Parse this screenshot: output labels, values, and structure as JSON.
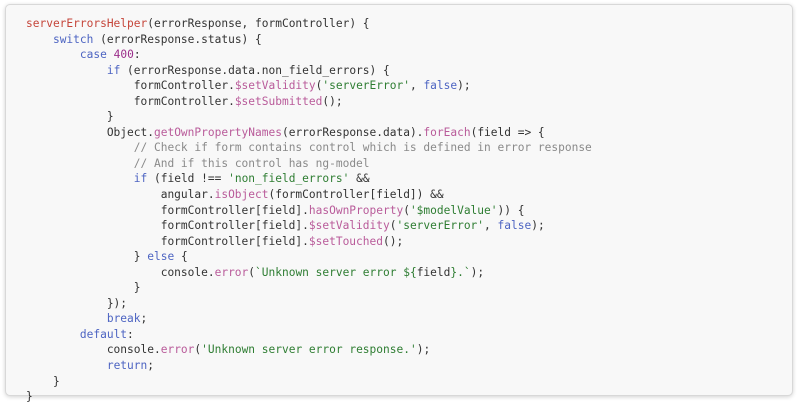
{
  "colors": {
    "function_name": "#c5453a",
    "keyword": "#4d64c2",
    "number": "#9b2d8a",
    "string": "#2e7d32",
    "comment": "#8a8a8a",
    "method": "#b95b9a",
    "plain": "#333333",
    "background": "#f8f8f8"
  },
  "code_lines": [
    [
      [
        "fn",
        "serverErrorsHelper"
      ],
      [
        "plain",
        "(errorResponse, formController) {"
      ]
    ],
    [
      [
        "plain",
        "    "
      ],
      [
        "kw",
        "switch"
      ],
      [
        "plain",
        " (errorResponse.status) {"
      ]
    ],
    [
      [
        "plain",
        "        "
      ],
      [
        "kw",
        "case"
      ],
      [
        "plain",
        " "
      ],
      [
        "num",
        "400"
      ],
      [
        "plain",
        ":"
      ]
    ],
    [
      [
        "plain",
        "            "
      ],
      [
        "kw",
        "if"
      ],
      [
        "plain",
        " (errorResponse.data.non_field_errors) {"
      ]
    ],
    [
      [
        "plain",
        "                formController."
      ],
      [
        "fnx",
        "$setValidity"
      ],
      [
        "plain",
        "("
      ],
      [
        "str",
        "'serverError'"
      ],
      [
        "plain",
        ", "
      ],
      [
        "kw",
        "false"
      ],
      [
        "plain",
        ");"
      ]
    ],
    [
      [
        "plain",
        "                formController."
      ],
      [
        "fnx",
        "$setSubmitted"
      ],
      [
        "plain",
        "();"
      ]
    ],
    [
      [
        "plain",
        "            }"
      ]
    ],
    [
      [
        "plain",
        "            Object."
      ],
      [
        "fnx",
        "getOwnPropertyNames"
      ],
      [
        "plain",
        "(errorResponse.data)."
      ],
      [
        "fnx",
        "forEach"
      ],
      [
        "plain",
        "(field => {"
      ]
    ],
    [
      [
        "plain",
        "                "
      ],
      [
        "cm",
        "// Check if form contains control which is defined in error response"
      ]
    ],
    [
      [
        "plain",
        "                "
      ],
      [
        "cm",
        "// And if this control has ng-model"
      ]
    ],
    [
      [
        "plain",
        "                "
      ],
      [
        "kw",
        "if"
      ],
      [
        "plain",
        " (field !== "
      ],
      [
        "str",
        "'non_field_errors'"
      ],
      [
        "plain",
        " &&"
      ]
    ],
    [
      [
        "plain",
        "                    angular."
      ],
      [
        "fnx",
        "isObject"
      ],
      [
        "plain",
        "(formController[field]) &&"
      ]
    ],
    [
      [
        "plain",
        "                    formController[field]."
      ],
      [
        "fnx",
        "hasOwnProperty"
      ],
      [
        "plain",
        "("
      ],
      [
        "str",
        "'$modelValue'"
      ],
      [
        "plain",
        ")) {"
      ]
    ],
    [
      [
        "plain",
        "                    formController[field]."
      ],
      [
        "fnx",
        "$setValidity"
      ],
      [
        "plain",
        "("
      ],
      [
        "str",
        "'serverError'"
      ],
      [
        "plain",
        ", "
      ],
      [
        "kw",
        "false"
      ],
      [
        "plain",
        ");"
      ]
    ],
    [
      [
        "plain",
        "                    formController[field]."
      ],
      [
        "fnx",
        "$setTouched"
      ],
      [
        "plain",
        "();"
      ]
    ],
    [
      [
        "plain",
        "                } "
      ],
      [
        "kw",
        "else"
      ],
      [
        "plain",
        " {"
      ]
    ],
    [
      [
        "plain",
        "                    console."
      ],
      [
        "fnx",
        "error"
      ],
      [
        "plain",
        "("
      ],
      [
        "str",
        "`Unknown server error ${"
      ],
      [
        "plain",
        "field"
      ],
      [
        "str",
        "}.`"
      ],
      [
        "plain",
        ");"
      ]
    ],
    [
      [
        "plain",
        "                }"
      ]
    ],
    [
      [
        "plain",
        "            });"
      ]
    ],
    [
      [
        "plain",
        "            "
      ],
      [
        "kw",
        "break"
      ],
      [
        "plain",
        ";"
      ]
    ],
    [
      [
        "plain",
        "        "
      ],
      [
        "kw",
        "default"
      ],
      [
        "plain",
        ":"
      ]
    ],
    [
      [
        "plain",
        "            console."
      ],
      [
        "fnx",
        "error"
      ],
      [
        "plain",
        "("
      ],
      [
        "str",
        "'Unknown server error response.'"
      ],
      [
        "plain",
        ");"
      ]
    ],
    [
      [
        "plain",
        "            "
      ],
      [
        "kw",
        "return"
      ],
      [
        "plain",
        ";"
      ]
    ],
    [
      [
        "plain",
        "    }"
      ]
    ],
    [
      [
        "plain",
        "}"
      ]
    ]
  ]
}
